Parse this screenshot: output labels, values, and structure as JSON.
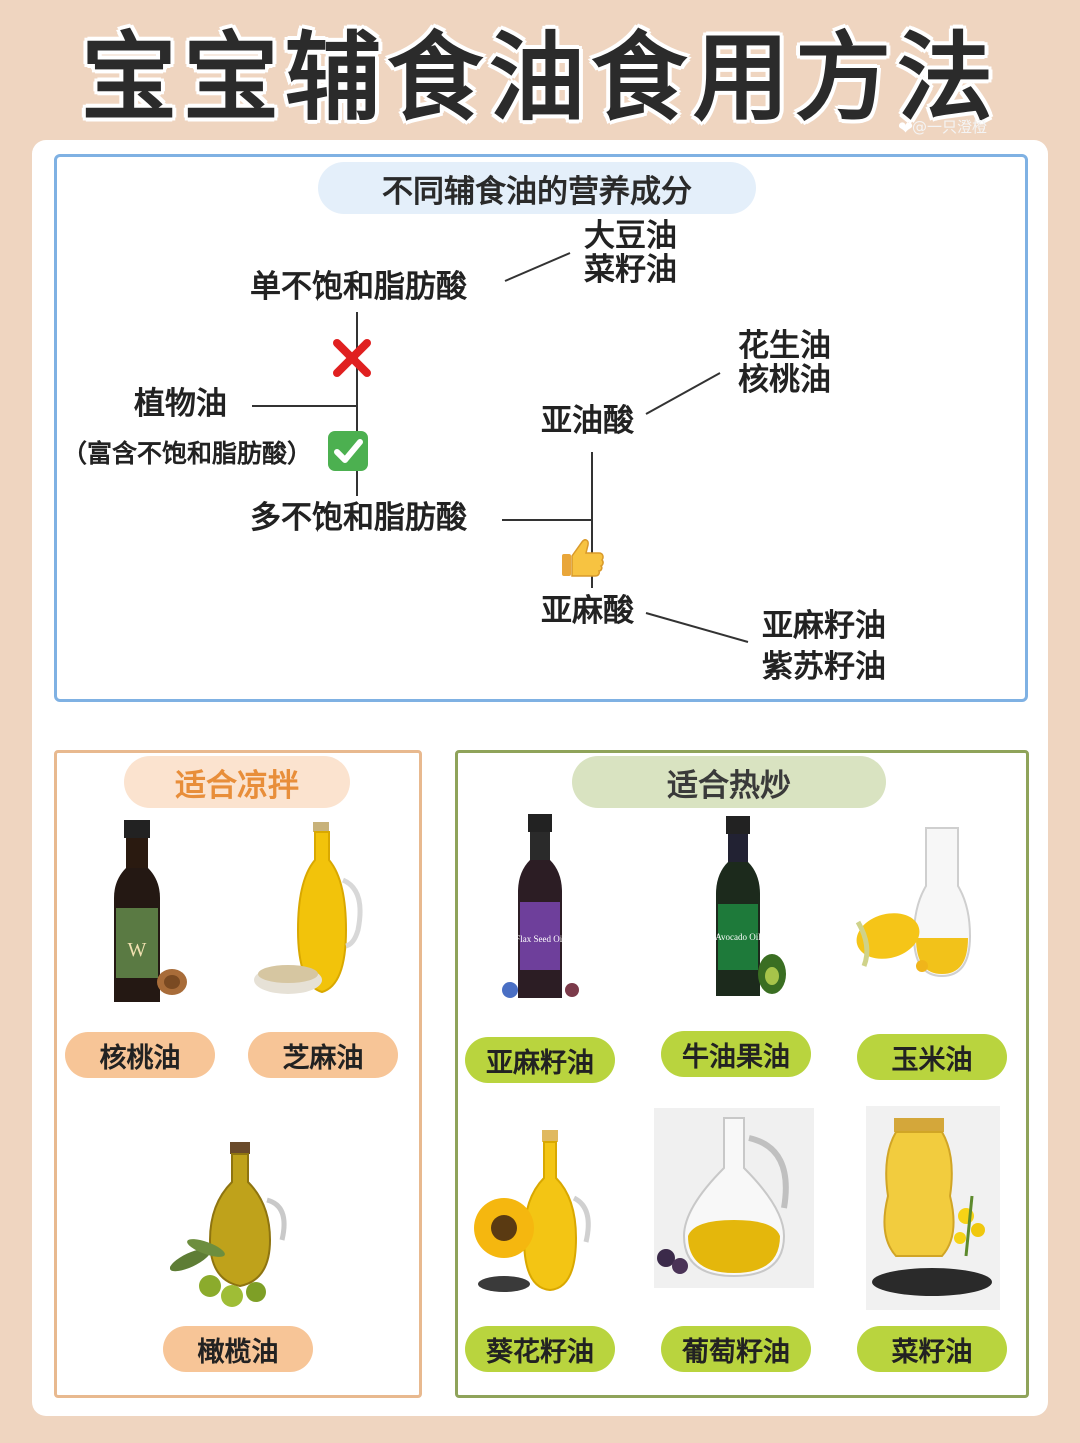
{
  "title": "宝宝辅食油食用方法",
  "watermark": "@一只澄橙",
  "nutrition": {
    "header": "不同辅食油的营养成分",
    "plant_oil": "植物油",
    "plant_oil_note": "（富含不饱和脂肪酸）",
    "mono": "单不饱和脂肪酸",
    "mono_oils": [
      "大豆油",
      "菜籽油"
    ],
    "poly": "多不饱和脂肪酸",
    "linoleic": "亚油酸",
    "linoleic_oils": [
      "花生油",
      "核桃油"
    ],
    "linolenic": "亚麻酸",
    "linolenic_oils": [
      "亚麻籽油",
      "紫苏籽油"
    ]
  },
  "cold": {
    "header": "适合凉拌",
    "oils": [
      "核桃油",
      "芝麻油",
      "橄榄油"
    ]
  },
  "hot": {
    "header": "适合热炒",
    "oils": [
      "亚麻籽油",
      "牛油果油",
      "玉米油",
      "葵花籽油",
      "葡萄籽油",
      "菜籽油"
    ]
  },
  "bottle_labels": {
    "walnut": "W",
    "flax": "Flax Seed Oil",
    "avocado": "Avocado Oil"
  },
  "colors": {
    "background": "#efd5c0",
    "blue_border": "#7fb1e3",
    "orange_pill": "#f7c597",
    "green_pill": "#b9d43e",
    "cold_header": "#fbe3cf",
    "hot_header": "#d9e3c1"
  },
  "icons": [
    "red-cross-icon",
    "green-check-icon",
    "thumbs-up-icon"
  ]
}
